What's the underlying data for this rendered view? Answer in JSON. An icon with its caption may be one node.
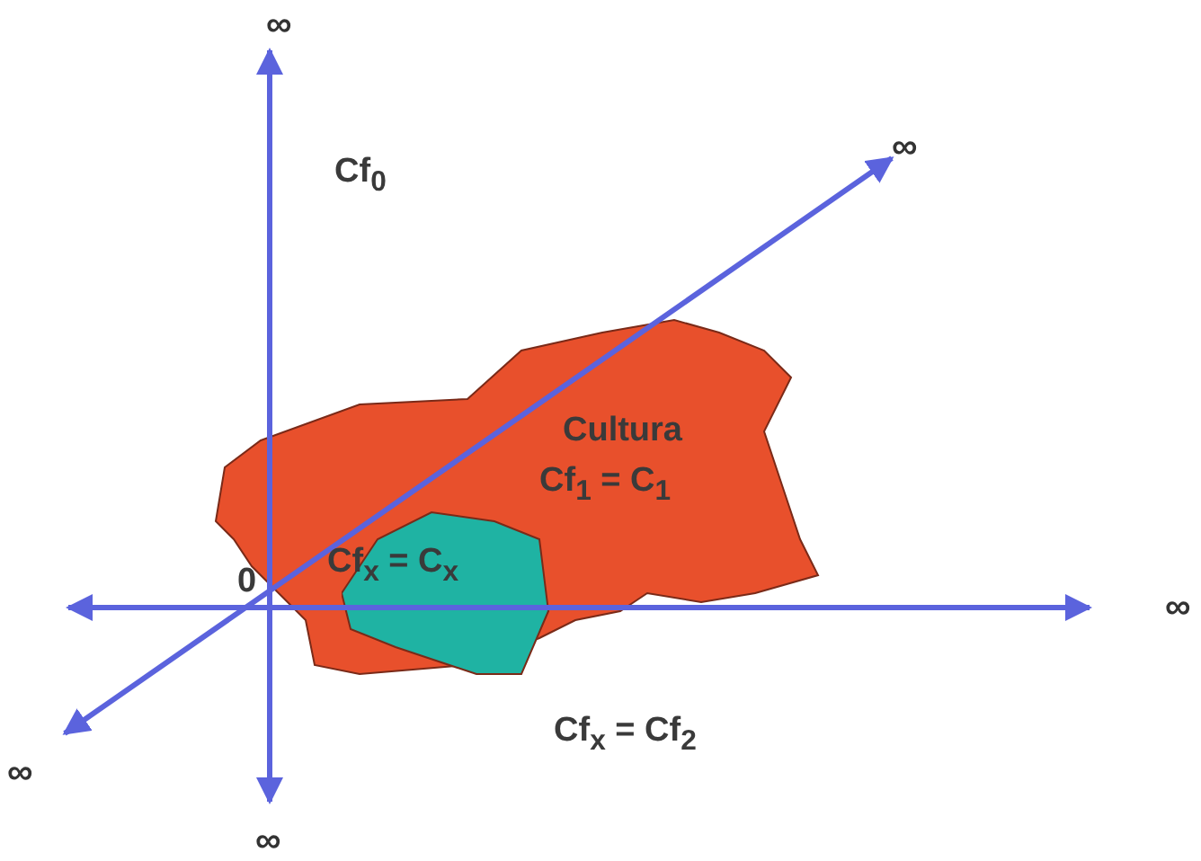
{
  "diagram": {
    "nodes": [
      {
        "text": [
          "Cultura",
          "Cf$_{1}$ = C$_{1}$"
        ]
      },
      {
        "text": [
          "Cf$_{x}$ = C$_{x}$"
        ],
        "in": 0
      }
    ],
    "labels": [
      "∞",
      "Cf$_{0}$",
      "∞",
      "0",
      "∞",
      "∞",
      "Cf$_{x}$ = Cf$_{2}$",
      "∞"
    ]
  }
}
